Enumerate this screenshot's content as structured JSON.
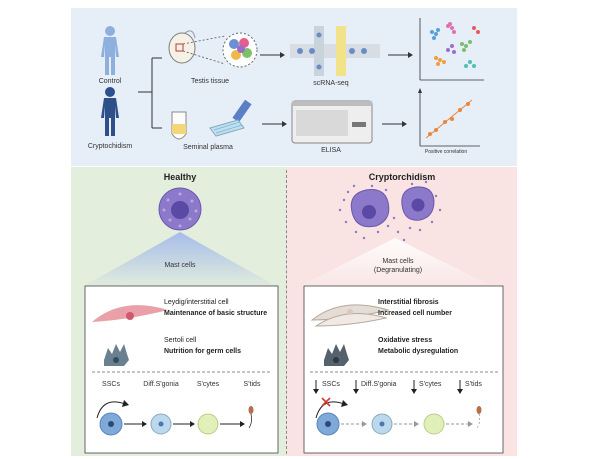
{
  "top": {
    "subjects": {
      "control": "Control",
      "cryptorchidism": "Cryptochidism"
    },
    "samples": {
      "testis": "Testis tissue",
      "plasma": "Seminal plasma"
    },
    "methods": {
      "scrna": "scRNA-seq",
      "elisa": "ELISA"
    },
    "results": {
      "correlation": "Positive correlation"
    }
  },
  "healthy": {
    "title": "Healthy",
    "mast_label": "Mast cells",
    "leydig": {
      "name": "Leydig/interstitial cell",
      "desc": "Maintenance of basic structure"
    },
    "sertoli": {
      "name": "Sertoli cell",
      "desc": "Nutrition for germ cells"
    },
    "stages": [
      "SSCs",
      "Diff.S'gonia",
      "S'cytes",
      "S'tids"
    ]
  },
  "crypt": {
    "title": "Cryptorchidism",
    "mast_label_1": "Mast cells",
    "mast_label_2": "(Degranulating)",
    "interstitial": {
      "line1": "Interstitial fibrosis",
      "line2": "Increased cell number"
    },
    "sertoli": {
      "line1": "Oxidative stress",
      "line2": "Metabolic dysregulation"
    },
    "stages": [
      "SSCs",
      "Diff.S'gonia",
      "S'cytes",
      "S'tids"
    ]
  },
  "colors": {
    "top_bg": "#e6eef8",
    "healthy_bg": "#e4eedd",
    "crypt_bg": "#f9e3e3",
    "body_blue": "#6f93c8",
    "mast_purple": "#8c79c9",
    "arrow_orange": "#e9873a"
  }
}
